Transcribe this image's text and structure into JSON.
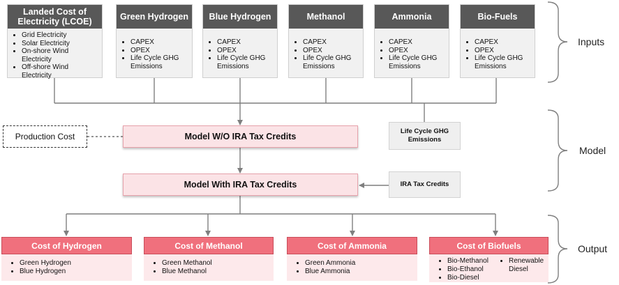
{
  "inputs": [
    {
      "title_line1": "Landed Cost of",
      "title_line2": "Electricity (LCOE)",
      "items": [
        "Grid Electricity",
        "Solar Electricity",
        "On-shore Wind Electricity",
        "Off-shore Wind Electricity"
      ]
    },
    {
      "title": "Green Hydrogen",
      "items": [
        "CAPEX",
        "OPEX",
        "Life Cycle GHG Emissions"
      ]
    },
    {
      "title": "Blue Hydrogen",
      "items": [
        "CAPEX",
        "OPEX",
        "Life Cycle GHG Emissions"
      ]
    },
    {
      "title": "Methanol",
      "items": [
        "CAPEX",
        "OPEX",
        "Life Cycle GHG Emissions"
      ]
    },
    {
      "title": "Ammonia",
      "items": [
        "CAPEX",
        "OPEX",
        "Life Cycle GHG Emissions"
      ]
    },
    {
      "title": "Bio-Fuels",
      "items": [
        "CAPEX",
        "OPEX",
        "Life Cycle GHG Emissions"
      ]
    }
  ],
  "production_cost": "Production Cost",
  "model_without": "Model W/O IRA Tax Credits",
  "model_with": "Model With IRA Tax Credits",
  "lifecycle_ghg_line1": "Life Cycle GHG",
  "lifecycle_ghg_line2": "Emissions",
  "ira_tax_credits": "IRA Tax Credits",
  "outputs": [
    {
      "title": "Cost of Hydrogen",
      "items": [
        "Green Hydrogen",
        "Blue Hydrogen"
      ]
    },
    {
      "title": "Cost of Methanol",
      "items": [
        "Green Methanol",
        "Blue Methanol"
      ]
    },
    {
      "title": "Cost of Ammonia",
      "items": [
        "Green Ammonia",
        "Blue Ammonia"
      ]
    },
    {
      "title": "Cost of Biofuels",
      "items_col1": [
        "Bio-Methanol",
        "Bio-Ethanol",
        "Bio-Diesel"
      ],
      "items_col2": [
        "Renewable Diesel"
      ]
    }
  ],
  "side_labels": {
    "inputs": "Inputs",
    "model": "Model",
    "output": "Output"
  }
}
